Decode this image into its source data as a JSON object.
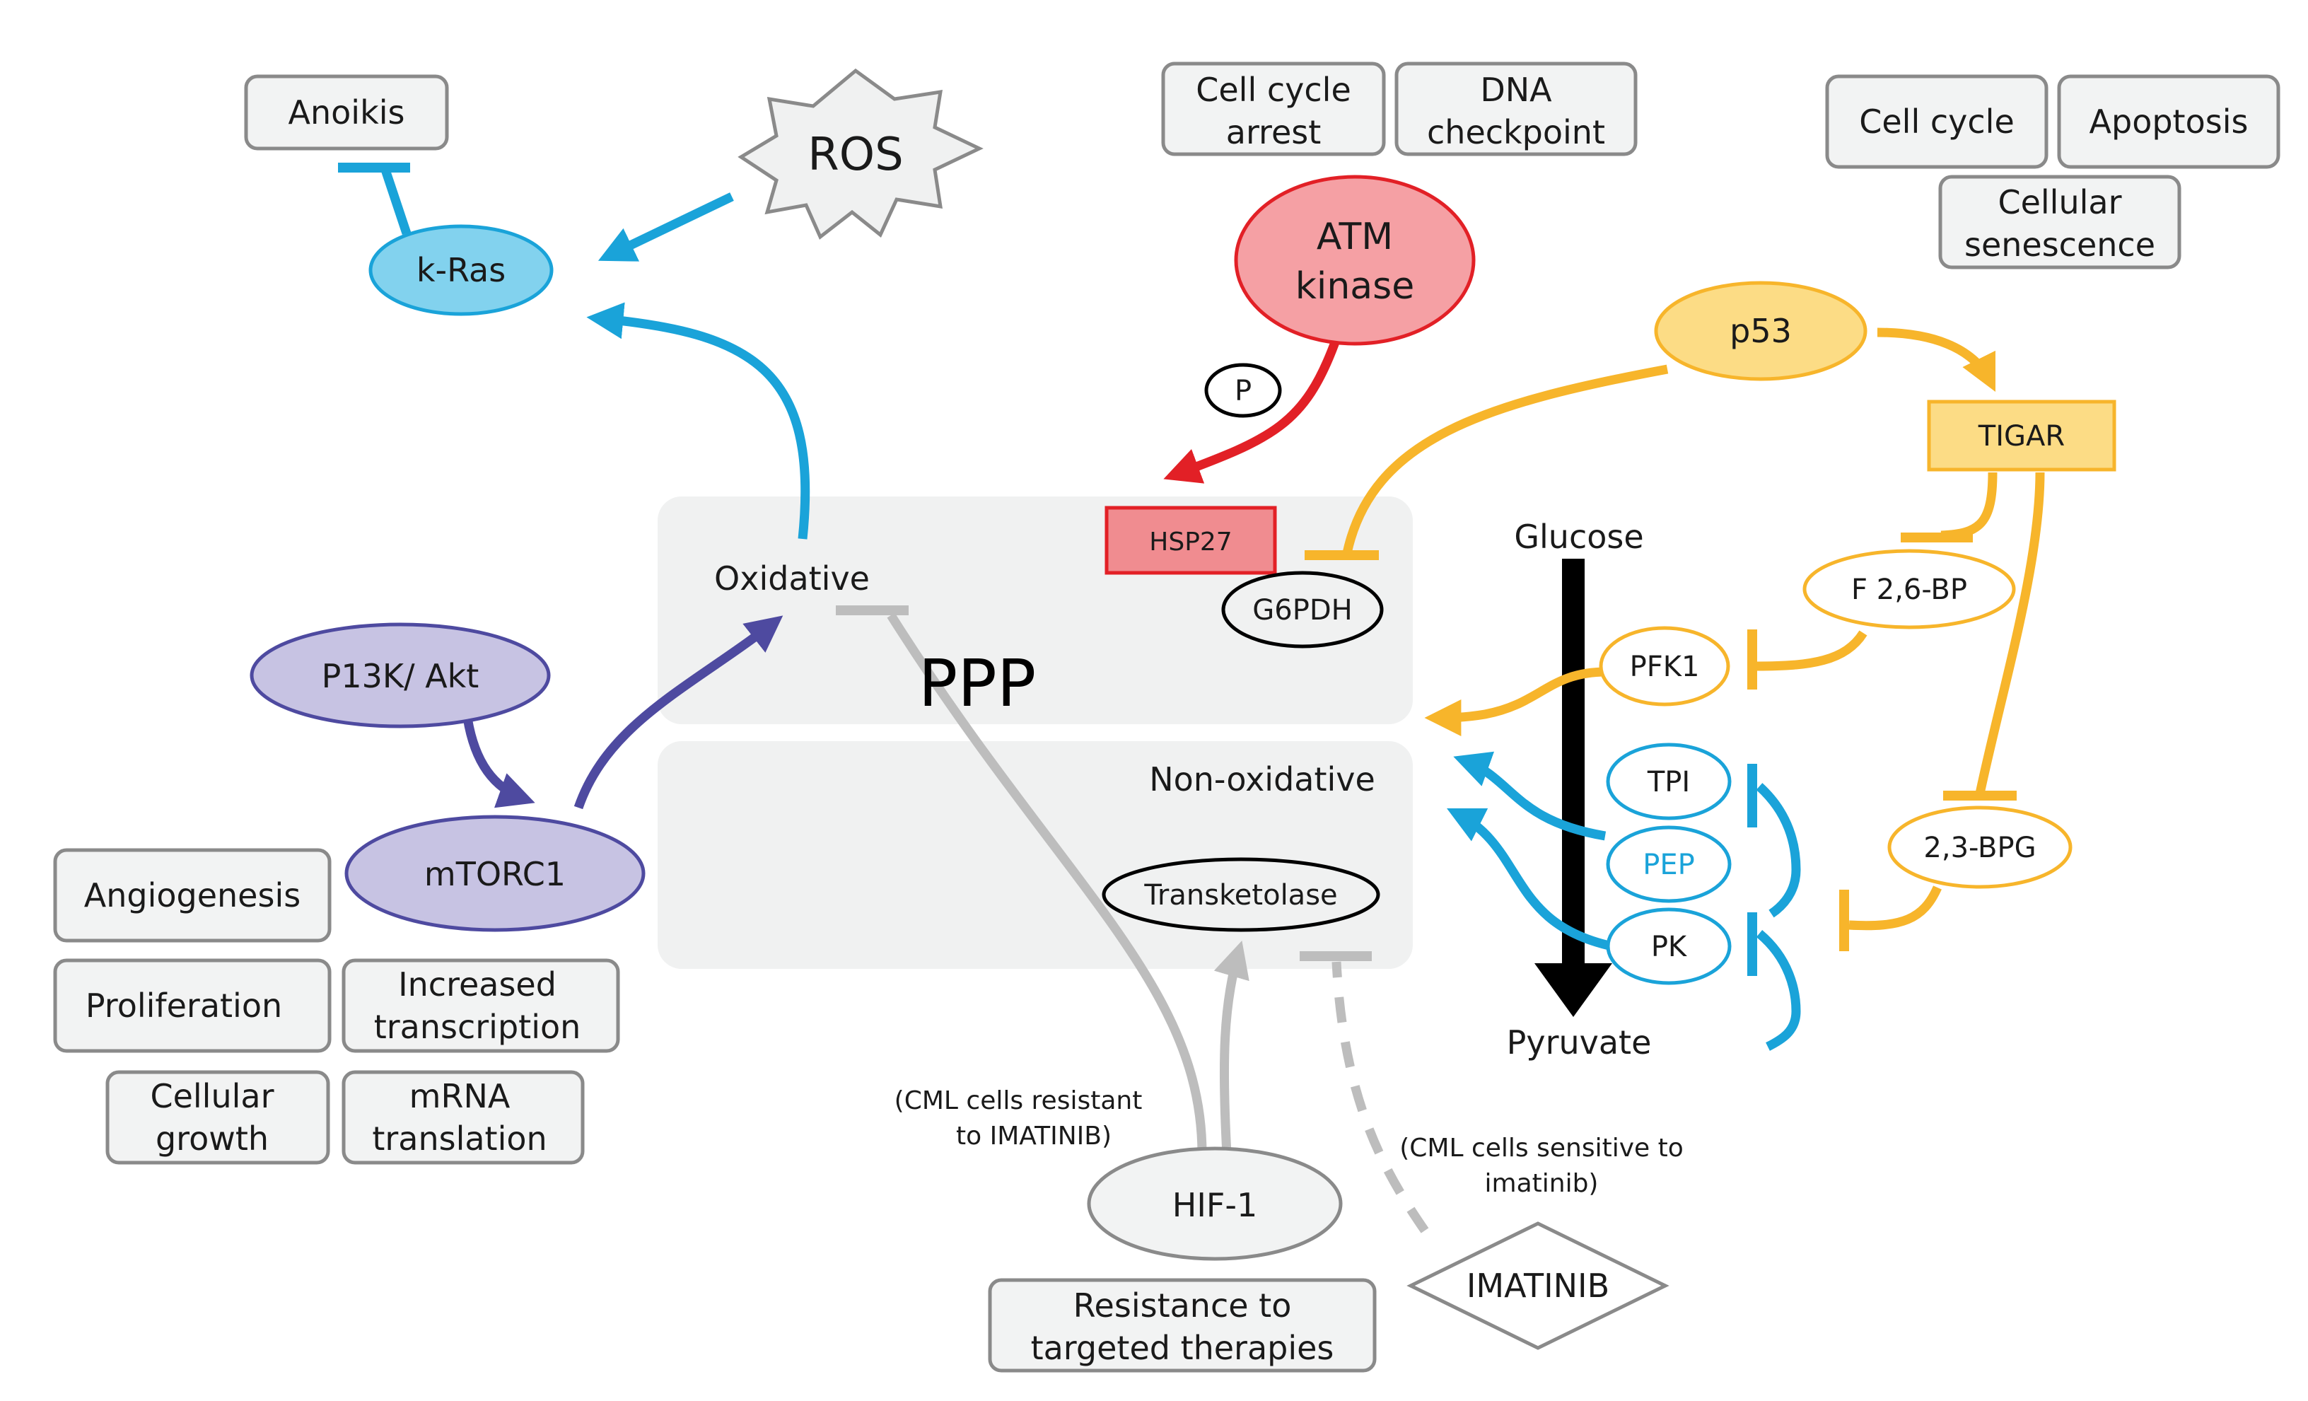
{
  "colors": {
    "blue": "#1aa3d9",
    "kras_fill": "#82d2ee",
    "purple": "#4e4aa0",
    "purple_fill": "#c7c3e3",
    "red": "#e22026",
    "red_fill": "#f5a0a4",
    "orange": "#f7b52b",
    "orange_fill": "#fcdc85",
    "gray": "#bdbdbd",
    "box_fill": "#f2f3f3",
    "box_stroke": "#8a8a8a"
  },
  "outcomes": {
    "anoikis": "Anoikis",
    "cell_cycle_arrest_1": "Cell cycle",
    "cell_cycle_arrest_2": "arrest",
    "dna_checkpoint_1": "DNA",
    "dna_checkpoint_2": "checkpoint",
    "cell_cycle": "Cell cycle",
    "apoptosis": "Apoptosis",
    "senescence_1": "Cellular",
    "senescence_2": "senescence",
    "angiogenesis": "Angiogenesis",
    "proliferation": "Proliferation",
    "increased_transcription_1": "Increased",
    "increased_transcription_2": "transcription",
    "cellular_growth_1": "Cellular",
    "cellular_growth_2": "growth",
    "mrna_translation_1": "mRNA",
    "mrna_translation_2": "translation",
    "resistance_1": "Resistance to",
    "resistance_2": "targeted therapies"
  },
  "nodes": {
    "ros": "ROS",
    "kras": "k-Ras",
    "atm_1": "ATM",
    "atm_2": "kinase",
    "phospho": "P",
    "p53": "p53",
    "tigar": "TIGAR",
    "hsp27": "HSP27",
    "g6pdh": "G6PDH",
    "pi3k_akt": "P13K/ Akt",
    "mtorc1": "mTORC1",
    "transketolase": "Transketolase",
    "hif1": "HIF-1",
    "imatinib": "IMATINIB",
    "f26bp": "F 2,6-BP",
    "pfk1": "PFK1",
    "bpg23": "2,3-BPG",
    "tpi": "TPI",
    "pep": "PEP",
    "pk": "PK"
  },
  "ppp": {
    "title": "PPP",
    "oxidative": "Oxidative",
    "non_oxidative": "Non-oxidative"
  },
  "glycolysis": {
    "glucose": "Glucose",
    "pyruvate": "Pyruvate"
  },
  "notes": {
    "resistant_1": "(CML cells resistant",
    "resistant_2": "to IMATINIB)",
    "sensitive_1": "(CML cells sensitive to",
    "sensitive_2": "imatinib)"
  }
}
